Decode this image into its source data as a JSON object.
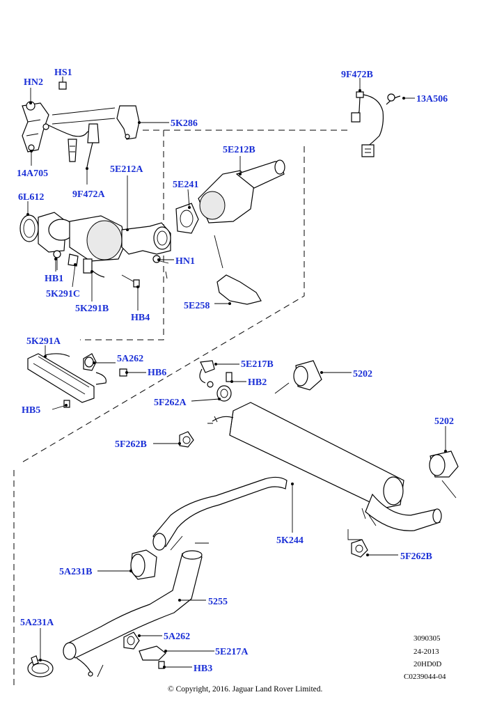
{
  "labels": {
    "hs1": "HS1",
    "hn2": "HN2",
    "k286": "5K286",
    "a705": "14A705",
    "f472b": "9F472B",
    "a506": "13A506",
    "e212b": "5E212B",
    "e212a": "5E212A",
    "e241": "5E241",
    "l612": "6L612",
    "f472a": "9F472A",
    "hn1": "HN1",
    "hb1": "HB1",
    "k291c": "5K291C",
    "k291b": "5K291B",
    "hb4": "HB4",
    "e258": "5E258",
    "k291a": "5K291A",
    "a262_top": "5A262",
    "hb6": "HB6",
    "e217b": "5E217B",
    "hb2": "HB2",
    "p5202_top": "5202",
    "hb5": "HB5",
    "f262a": "5F262A",
    "p5202_right": "5202",
    "f262b_left": "5F262B",
    "k244": "5K244",
    "f262b_right": "5F262B",
    "a231b": "5A231B",
    "p5255": "5255",
    "a231a": "5A231A",
    "a262_bottom": "5A262",
    "e217a": "5E217A",
    "hb3": "HB3"
  },
  "meta": {
    "line1": "3090305",
    "line2": "24-2013",
    "line3": "20HD0D",
    "line4": "C0239044-04"
  },
  "copyright": "© Copyright, 2016. Jaguar Land Rover Limited."
}
